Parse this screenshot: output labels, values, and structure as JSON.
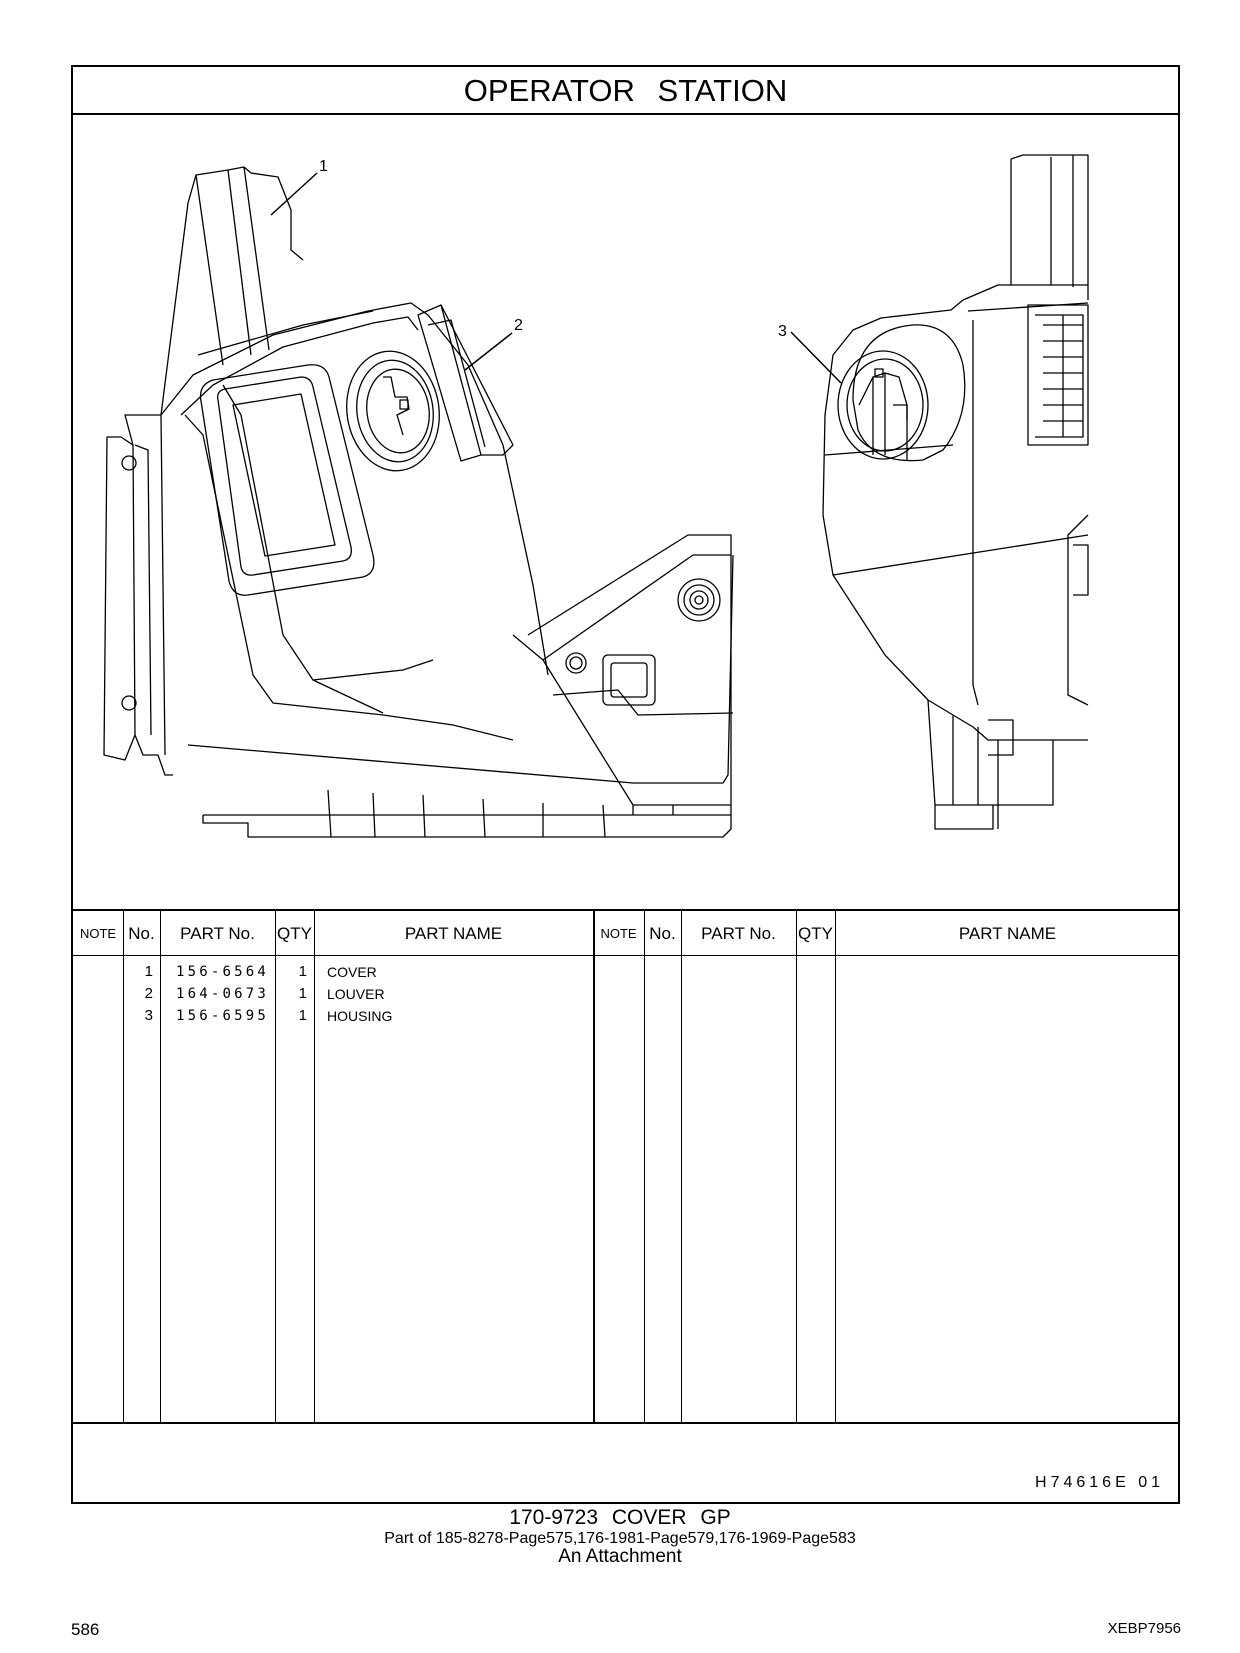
{
  "header": {
    "title": "OPERATOR   STATION"
  },
  "callouts": [
    "1",
    "2",
    "3"
  ],
  "table": {
    "headers": {
      "note": "NOTE",
      "no": "No.",
      "part_no": "PART No.",
      "qty": "QTY",
      "part_name": "PART NAME"
    },
    "rows": [
      {
        "no": "1",
        "part_no": "156-6564",
        "qty": "1",
        "name": "COVER"
      },
      {
        "no": "2",
        "part_no": "164-0673",
        "qty": "1",
        "name": "LOUVER"
      },
      {
        "no": "3",
        "part_no": "156-6595",
        "qty": "1",
        "name": "HOUSING"
      }
    ]
  },
  "illustration_code": "H74616E   01",
  "caption": {
    "group": "170-9723   COVER  GP",
    "part_of": "Part of 185-8278-Page575,176-1981-Page579,176-1969-Page583",
    "attachment": "An Attachment"
  },
  "footer": {
    "page_number": "586",
    "document_code": "XEBP7956"
  }
}
